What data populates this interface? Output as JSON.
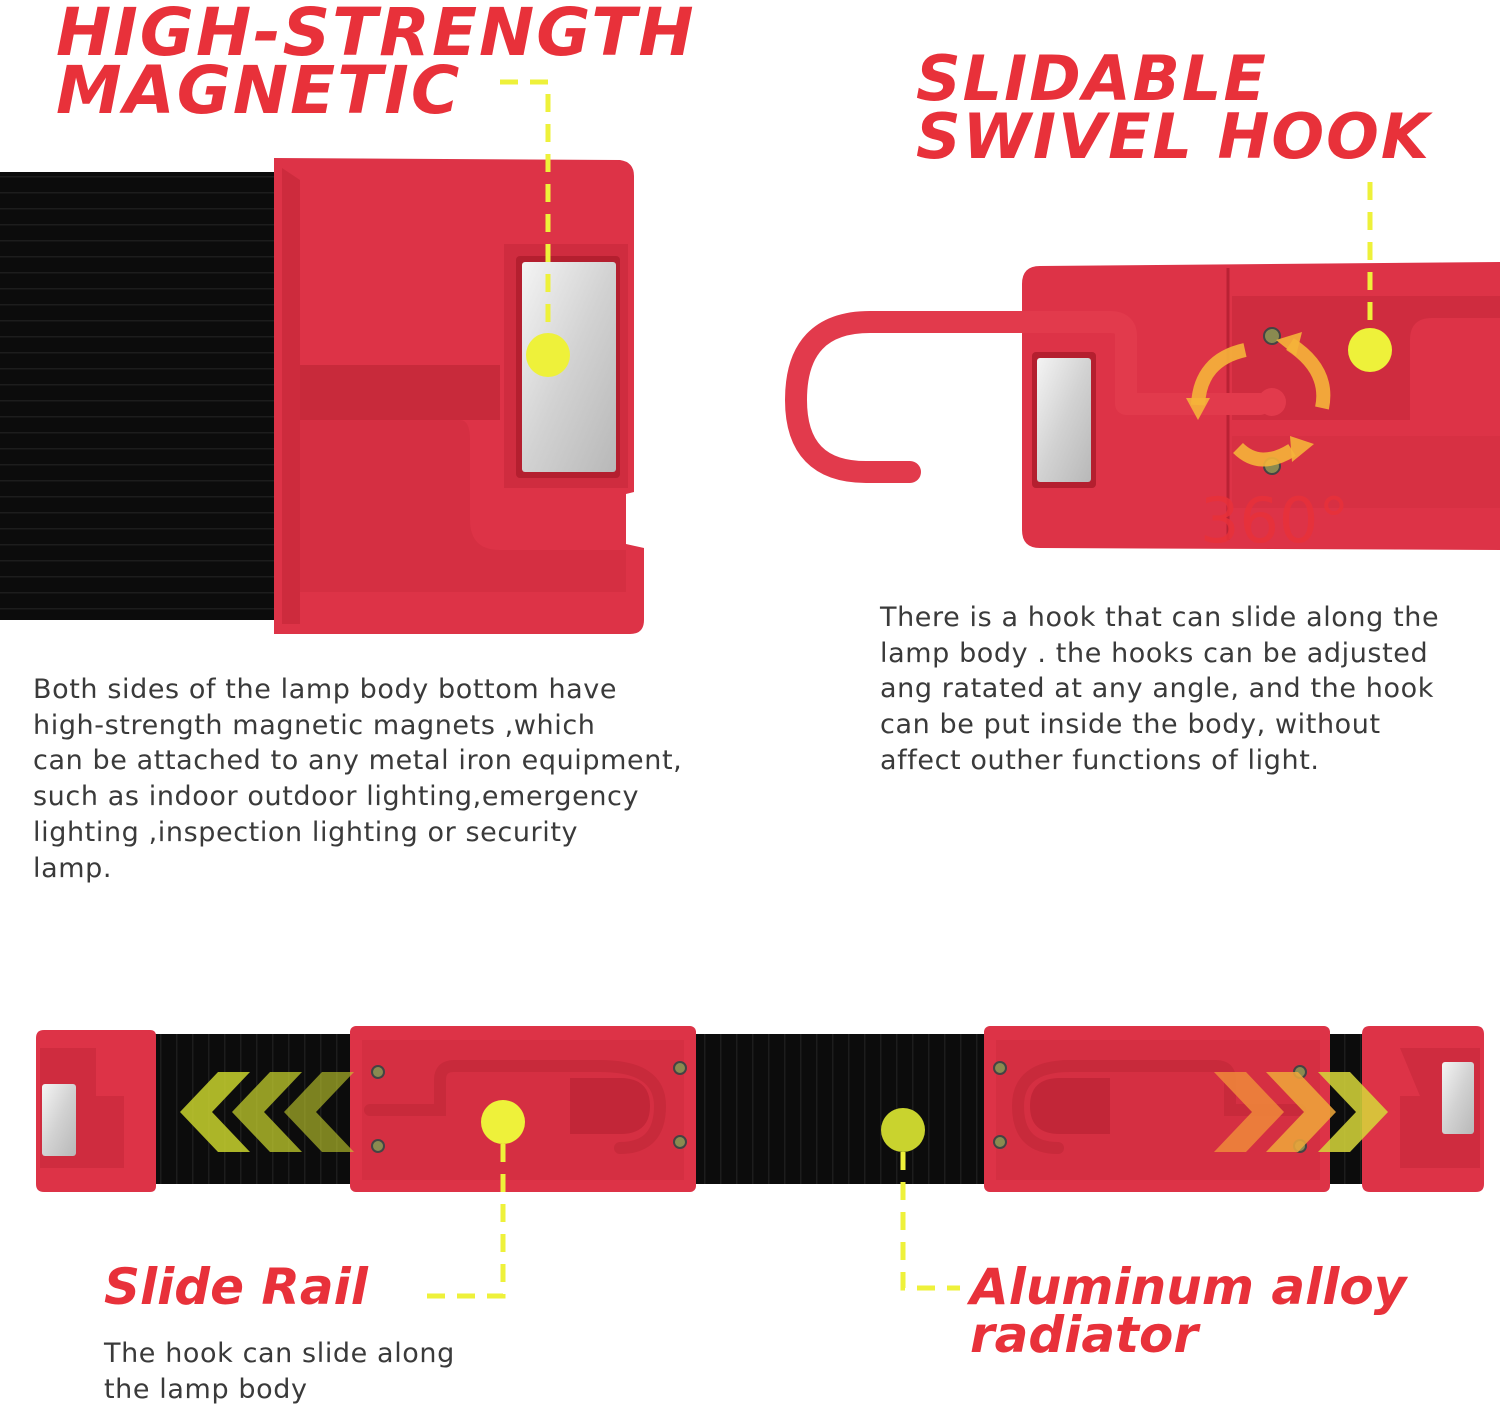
{
  "colors": {
    "accent": "#e8313a",
    "callout": "#eef13a",
    "body_red": "#de3346",
    "aluminum": "#121212",
    "text": "#3a3a3a"
  },
  "magnetic": {
    "title_line1": "HIGH-STRENGTH",
    "title_line2": "MAGNETIC",
    "description": "Both sides of the lamp body bottom have\nhigh-strength magnetic magnets ,which\ncan be  attached to any metal iron equipment,\nsuch as indoor outdoor lighting,emergency\nlighting ,inspection lighting or security\nlamp."
  },
  "hook": {
    "title_line1": "SLIDABLE",
    "title_line2": "SWIVEL HOOK",
    "rotation_label": "360°",
    "description": "There is a hook that can slide along the\nlamp body . the hooks can be adjusted\nang ratated at any angle, and the hook\ncan be put inside the body, without\naffect outher functions of light."
  },
  "slide_rail": {
    "title": "Slide Rail",
    "description": "The hook can slide  along\nthe lamp body"
  },
  "radiator": {
    "title_line1": "Aluminum alloy",
    "title_line2": "radiator"
  }
}
